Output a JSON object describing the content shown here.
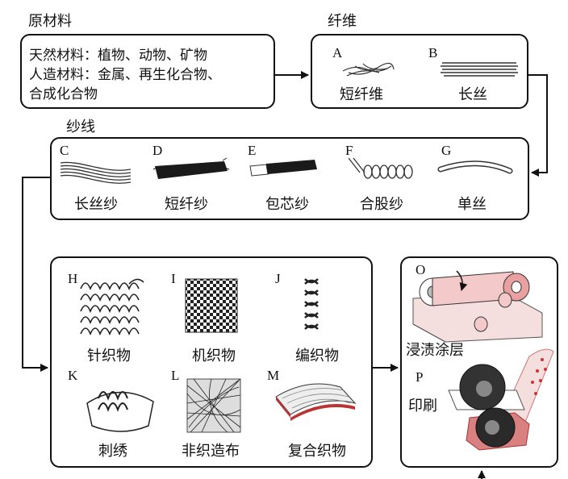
{
  "raw_materials": {
    "title": "原材料",
    "lines": [
      "天然材料：植物、动物、矿物",
      "人造材料：金属、再生化合物、",
      "合成化合物"
    ]
  },
  "fiber": {
    "title": "纤维",
    "items": [
      {
        "letter": "A",
        "label": "短纤维"
      },
      {
        "letter": "B",
        "label": "长丝"
      }
    ]
  },
  "yarn": {
    "title": "纱线",
    "items": [
      {
        "letter": "C",
        "label": "长丝纱"
      },
      {
        "letter": "D",
        "label": "短纤纱"
      },
      {
        "letter": "E",
        "label": "包芯纱"
      },
      {
        "letter": "F",
        "label": "合股纱"
      },
      {
        "letter": "G",
        "label": "单丝"
      }
    ]
  },
  "fabric": {
    "items": [
      {
        "letter": "H",
        "label": "针织物"
      },
      {
        "letter": "I",
        "label": "机织物"
      },
      {
        "letter": "J",
        "label": "编织物"
      },
      {
        "letter": "K",
        "label": "刺绣"
      },
      {
        "letter": "L",
        "label": "非织造布"
      },
      {
        "letter": "M",
        "label": "复合织物"
      }
    ]
  },
  "finishing": {
    "items": [
      {
        "letter": "O",
        "label": "浸渍涂层"
      },
      {
        "letter": "P",
        "label": "印刷"
      }
    ]
  }
}
